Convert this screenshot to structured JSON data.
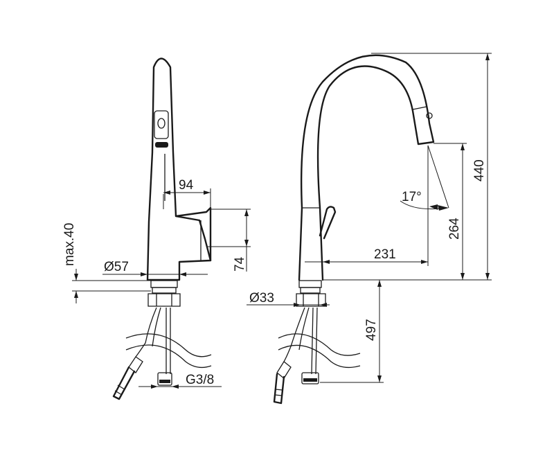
{
  "drawing": {
    "side_view": {
      "dim_width": "94",
      "dim_height": "74",
      "dim_max": "max.40",
      "dim_diameter": "Ø57",
      "dim_thread": "G3/8"
    },
    "front_view": {
      "dim_total_height": "440",
      "dim_spout_height": "264",
      "dim_reach": "231",
      "dim_angle": "17°",
      "dim_diameter": "Ø33",
      "dim_hose": "497"
    }
  }
}
